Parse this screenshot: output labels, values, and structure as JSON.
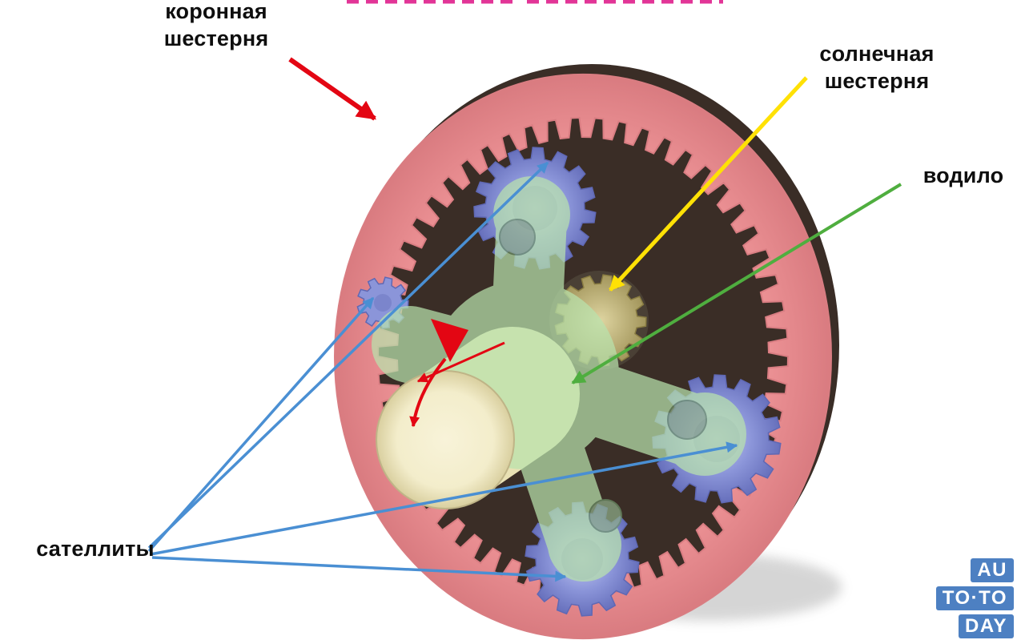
{
  "diagram": {
    "labels": {
      "ring_gear": {
        "line1": "коронная",
        "line2": "шестерня"
      },
      "sun_gear": {
        "line1": "солнечная",
        "line2": "шестерня"
      },
      "carrier": {
        "text": "водило"
      },
      "satellites": {
        "text": "сателлиты"
      }
    },
    "colors": {
      "ring_gear": "#ef9598",
      "ring_gear_light": "#f7b3b4",
      "ring_gear_edge": "#d97d82",
      "ring_gear_dark": "#3a2d26",
      "planet_gear": "#8b95d9",
      "planet_gear_light": "#c2c8f1",
      "planet_gear_dark": "#5f68b4",
      "carrier": "#b9e3ad",
      "carrier_hole": "#8fae8a",
      "carrier_hole_edge": "#6d9168",
      "sun_gear": "#c9bc80",
      "sun_gear_light": "#ded4a0",
      "sun_gear_dark": "#a3965c",
      "sun_shadow": "#5a5344",
      "shaft": "#f3edcb",
      "shaft_light": "#f8f3d9",
      "shaft_dark": "#d9cf9f",
      "shaft_edge": "#bfb487",
      "arrow_red": "#e30613",
      "arrow_yellow": "#ffe105",
      "arrow_green": "#4fae3f",
      "arrow_blue": "#4a8fd3",
      "title_magenta": "#e23597",
      "watermark_blue": "#4d80c2"
    }
  },
  "watermark": {
    "line1": "AU",
    "line2": "TO·TO",
    "line3": "DAY"
  }
}
